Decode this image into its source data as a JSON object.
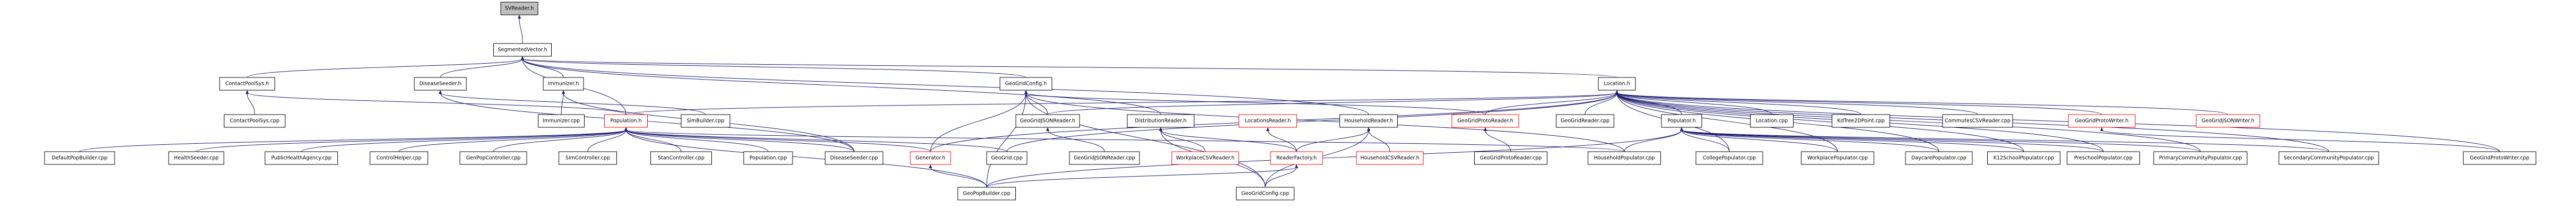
{
  "colors": {
    "edge": "#191970",
    "border": "#000000",
    "red_border": "#ff0000",
    "root_fill": "#bfbfbf",
    "background": "#ffffff"
  },
  "nodes": [
    {
      "id": "svreader",
      "label": "SVReader.h",
      "root": true
    },
    {
      "id": "segvec",
      "label": "SegmentedVector.h"
    },
    {
      "id": "cps_h",
      "label": "ContactPoolSys.h"
    },
    {
      "id": "ds_h",
      "label": "DiseaseSeeder.h"
    },
    {
      "id": "imm_h",
      "label": "Immunizer.h"
    },
    {
      "id": "ggc_h",
      "label": "GeoGridConfig.h"
    },
    {
      "id": "loc_h",
      "label": "Location.h"
    },
    {
      "id": "cps_cpp",
      "label": "ContactPoolSys.cpp"
    },
    {
      "id": "pop_h",
      "label": "Population.h",
      "red": true
    },
    {
      "id": "simb",
      "label": "SimBuilder.cpp"
    },
    {
      "id": "imm_cpp",
      "label": "Immunizer.cpp"
    },
    {
      "id": "ggjr_h",
      "label": "GeoGridJSONReader.h"
    },
    {
      "id": "dr_h",
      "label": "DistributionReader.h"
    },
    {
      "id": "lr_h",
      "label": "LocationsReader.h",
      "red": true
    },
    {
      "id": "hr_h",
      "label": "HouseholdReader.h"
    },
    {
      "id": "ggpr_h",
      "label": "GeoGridProtoReader.h",
      "red": true
    },
    {
      "id": "ggr_cpp",
      "label": "GeoGridReader.cpp"
    },
    {
      "id": "popr_h",
      "label": "Populator.h"
    },
    {
      "id": "loc_cpp",
      "label": "Location.cpp"
    },
    {
      "id": "kd2",
      "label": "KdTree2DPoint.cpp"
    },
    {
      "id": "ccsv",
      "label": "CommutesCSVReader.cpp"
    },
    {
      "id": "ggpw_h",
      "label": "GeoGridProtoWriter.h",
      "red": true
    },
    {
      "id": "ggjw_h",
      "label": "GeoGridJSONWriter.h",
      "red": true
    },
    {
      "id": "dpb",
      "label": "DefaultPopBuilder.cpp"
    },
    {
      "id": "hs",
      "label": "HealthSeeder.cpp"
    },
    {
      "id": "pha",
      "label": "PublicHealthAgency.cpp"
    },
    {
      "id": "ch",
      "label": "ControlHelper.cpp"
    },
    {
      "id": "gpc",
      "label": "GenPopController.cpp"
    },
    {
      "id": "simc",
      "label": "SimController.cpp"
    },
    {
      "id": "stc",
      "label": "StanController.cpp"
    },
    {
      "id": "pop_cpp",
      "label": "Population.cpp"
    },
    {
      "id": "ds_cpp",
      "label": "DiseaseSeeder.cpp"
    },
    {
      "id": "gen_h",
      "label": "Generator.h",
      "red": true
    },
    {
      "id": "gg_cpp",
      "label": "GeoGrid.cpp"
    },
    {
      "id": "ggjr_cpp",
      "label": "GeoGridJSONReader.cpp"
    },
    {
      "id": "wcsv_h",
      "label": "WorkplaceCSVReader.h",
      "red": true
    },
    {
      "id": "rf_h",
      "label": "ReaderFactory.h",
      "red": true
    },
    {
      "id": "hcsv_h",
      "label": "HouseholdCSVReader.h",
      "red": true
    },
    {
      "id": "ggpr_cpp",
      "label": "GeoGridProtoReader.cpp"
    },
    {
      "id": "hp_cpp",
      "label": "HouseholdPopulator.cpp"
    },
    {
      "id": "cp_cpp",
      "label": "CollegePopulator.cpp"
    },
    {
      "id": "wp_cpp",
      "label": "WorkplacePopulator.cpp"
    },
    {
      "id": "dp_cpp",
      "label": "DaycarePopulator.cpp"
    },
    {
      "id": "k12_cpp",
      "label": "K12SchoolPopulator.cpp"
    },
    {
      "id": "ps_cpp",
      "label": "PreschoolPopulator.cpp"
    },
    {
      "id": "pcp_cpp",
      "label": "PrimaryCommunityPopulator.cpp"
    },
    {
      "id": "scp_cpp",
      "label": "SecondaryCommunityPopulator.cpp"
    },
    {
      "id": "ggpw_cpp",
      "label": "GeoGridProtoWriter.cpp"
    },
    {
      "id": "gpb_cpp",
      "label": "GeoPopBuilder.cpp"
    },
    {
      "id": "ggc_cpp",
      "label": "GeoGridConfig.cpp"
    }
  ]
}
